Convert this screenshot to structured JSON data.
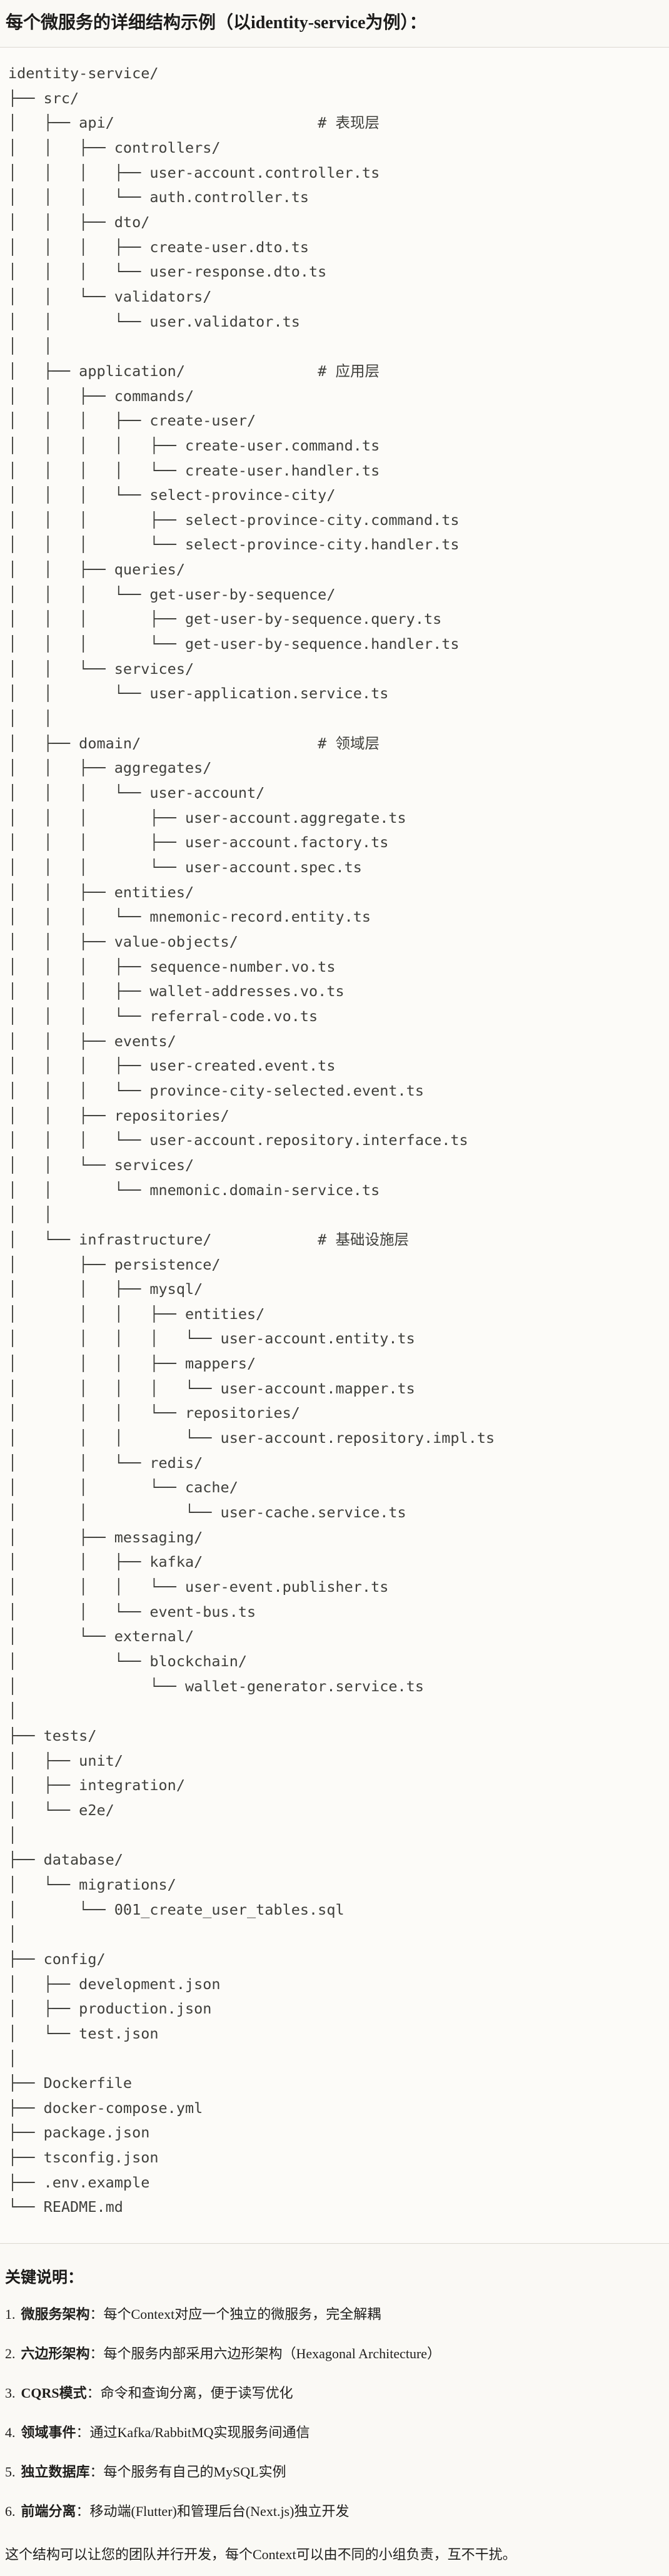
{
  "page": {
    "title": "每个微服务的详细结构示例（以identity-service为例）："
  },
  "colors": {
    "page_background": "#FAF9F5",
    "code_background": "#FCFBF8",
    "code_border": "#DCD9D1",
    "code_text": "#3F3F3B",
    "body_text": "#1F1E1C"
  },
  "tree": {
    "comment_column": 35,
    "lines": [
      {
        "text": "identity-service/"
      },
      {
        "text": "├── src/"
      },
      {
        "text": "│   ├── api/",
        "comment": "# 表现层"
      },
      {
        "text": "│   │   ├── controllers/"
      },
      {
        "text": "│   │   │   ├── user-account.controller.ts"
      },
      {
        "text": "│   │   │   └── auth.controller.ts"
      },
      {
        "text": "│   │   ├── dto/"
      },
      {
        "text": "│   │   │   ├── create-user.dto.ts"
      },
      {
        "text": "│   │   │   └── user-response.dto.ts"
      },
      {
        "text": "│   │   └── validators/"
      },
      {
        "text": "│   │       └── user.validator.ts"
      },
      {
        "text": "│   │"
      },
      {
        "text": "│   ├── application/",
        "comment": "# 应用层"
      },
      {
        "text": "│   │   ├── commands/"
      },
      {
        "text": "│   │   │   ├── create-user/"
      },
      {
        "text": "│   │   │   │   ├── create-user.command.ts"
      },
      {
        "text": "│   │   │   │   └── create-user.handler.ts"
      },
      {
        "text": "│   │   │   └── select-province-city/"
      },
      {
        "text": "│   │   │       ├── select-province-city.command.ts"
      },
      {
        "text": "│   │   │       └── select-province-city.handler.ts"
      },
      {
        "text": "│   │   ├── queries/"
      },
      {
        "text": "│   │   │   └── get-user-by-sequence/"
      },
      {
        "text": "│   │   │       ├── get-user-by-sequence.query.ts"
      },
      {
        "text": "│   │   │       └── get-user-by-sequence.handler.ts"
      },
      {
        "text": "│   │   └── services/"
      },
      {
        "text": "│   │       └── user-application.service.ts"
      },
      {
        "text": "│   │"
      },
      {
        "text": "│   ├── domain/",
        "comment": "# 领域层"
      },
      {
        "text": "│   │   ├── aggregates/"
      },
      {
        "text": "│   │   │   └── user-account/"
      },
      {
        "text": "│   │   │       ├── user-account.aggregate.ts"
      },
      {
        "text": "│   │   │       ├── user-account.factory.ts"
      },
      {
        "text": "│   │   │       └── user-account.spec.ts"
      },
      {
        "text": "│   │   ├── entities/"
      },
      {
        "text": "│   │   │   └── mnemonic-record.entity.ts"
      },
      {
        "text": "│   │   ├── value-objects/"
      },
      {
        "text": "│   │   │   ├── sequence-number.vo.ts"
      },
      {
        "text": "│   │   │   ├── wallet-addresses.vo.ts"
      },
      {
        "text": "│   │   │   └── referral-code.vo.ts"
      },
      {
        "text": "│   │   ├── events/"
      },
      {
        "text": "│   │   │   ├── user-created.event.ts"
      },
      {
        "text": "│   │   │   └── province-city-selected.event.ts"
      },
      {
        "text": "│   │   ├── repositories/"
      },
      {
        "text": "│   │   │   └── user-account.repository.interface.ts"
      },
      {
        "text": "│   │   └── services/"
      },
      {
        "text": "│   │       └── mnemonic.domain-service.ts"
      },
      {
        "text": "│   │"
      },
      {
        "text": "│   └── infrastructure/",
        "comment": "# 基础设施层"
      },
      {
        "text": "│       ├── persistence/"
      },
      {
        "text": "│       │   ├── mysql/"
      },
      {
        "text": "│       │   │   ├── entities/"
      },
      {
        "text": "│       │   │   │   └── user-account.entity.ts"
      },
      {
        "text": "│       │   │   ├── mappers/"
      },
      {
        "text": "│       │   │   │   └── user-account.mapper.ts"
      },
      {
        "text": "│       │   │   └── repositories/"
      },
      {
        "text": "│       │   │       └── user-account.repository.impl.ts"
      },
      {
        "text": "│       │   └── redis/"
      },
      {
        "text": "│       │       └── cache/"
      },
      {
        "text": "│       │           └── user-cache.service.ts"
      },
      {
        "text": "│       ├── messaging/"
      },
      {
        "text": "│       │   ├── kafka/"
      },
      {
        "text": "│       │   │   └── user-event.publisher.ts"
      },
      {
        "text": "│       │   └── event-bus.ts"
      },
      {
        "text": "│       └── external/"
      },
      {
        "text": "│           └── blockchain/"
      },
      {
        "text": "│               └── wallet-generator.service.ts"
      },
      {
        "text": "│"
      },
      {
        "text": "├── tests/"
      },
      {
        "text": "│   ├── unit/"
      },
      {
        "text": "│   ├── integration/"
      },
      {
        "text": "│   └── e2e/"
      },
      {
        "text": "│"
      },
      {
        "text": "├── database/"
      },
      {
        "text": "│   └── migrations/"
      },
      {
        "text": "│       └── 001_create_user_tables.sql"
      },
      {
        "text": "│"
      },
      {
        "text": "├── config/"
      },
      {
        "text": "│   ├── development.json"
      },
      {
        "text": "│   ├── production.json"
      },
      {
        "text": "│   └── test.json"
      },
      {
        "text": "│"
      },
      {
        "text": "├── Dockerfile"
      },
      {
        "text": "├── docker-compose.yml"
      },
      {
        "text": "├── package.json"
      },
      {
        "text": "├── tsconfig.json"
      },
      {
        "text": "├── .env.example"
      },
      {
        "text": "└── README.md"
      }
    ]
  },
  "notes": {
    "heading": "关键说明：",
    "items": [
      {
        "num": "1.",
        "term": "微服务架构",
        "sep": "：",
        "desc": "每个Context对应一个独立的微服务，完全解耦"
      },
      {
        "num": "2.",
        "term": "六边形架构",
        "sep": "：",
        "desc": "每个服务内部采用六边形架构（Hexagonal Architecture）"
      },
      {
        "num": "3.",
        "term": "CQRS模式",
        "sep": "：",
        "desc": "命令和查询分离，便于读写优化"
      },
      {
        "num": "4.",
        "term": "领域事件",
        "sep": "：",
        "desc": "通过Kafka/RabbitMQ实现服务间通信"
      },
      {
        "num": "5.",
        "term": "独立数据库",
        "sep": "：",
        "desc": "每个服务有自己的MySQL实例"
      },
      {
        "num": "6.",
        "term": "前端分离",
        "sep": "：",
        "desc": "移动端(Flutter)和管理后台(Next.js)独立开发"
      }
    ],
    "footer": "这个结构可以让您的团队并行开发，每个Context可以由不同的小组负责，互不干扰。"
  }
}
